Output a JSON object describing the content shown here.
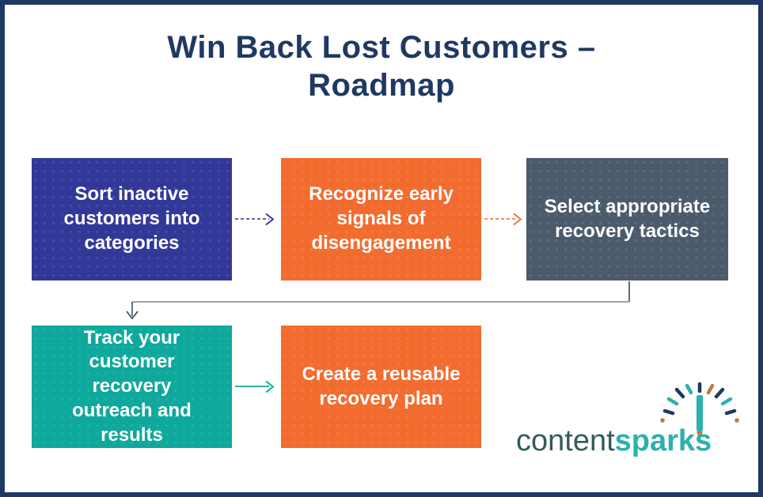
{
  "frame": {
    "border_color": "#1F3864",
    "background": "#FFFFFF"
  },
  "title": {
    "text": "Win Back Lost Customers – Roadmap",
    "line1": "Win Back Lost Customers –",
    "line2": "Roadmap",
    "color": "#1F3864"
  },
  "steps": [
    {
      "label": "Sort inactive customers into categories",
      "color": "#323898",
      "text_color": "#FFFFFF"
    },
    {
      "label": "Recognize early signals of disengagement",
      "color": "#F26C2F",
      "text_color": "#FFFFFF"
    },
    {
      "label": "Select appropriate recovery tactics",
      "color": "#4C5B6C",
      "text_color": "#FFFFFF"
    },
    {
      "label": "Track your customer recovery outreach and results",
      "color": "#0FA89C",
      "text_color": "#FFFFFF"
    },
    {
      "label": "Create a reusable recovery plan",
      "color": "#F26C2F",
      "text_color": "#FFFFFF"
    }
  ],
  "connectors": [
    {
      "from": "step-1",
      "to": "step-2",
      "style": "dashed-chevron-arrow",
      "color": "#2E3192"
    },
    {
      "from": "step-2",
      "to": "step-3",
      "style": "dashed-chevron-arrow",
      "color": "#F26C2F"
    },
    {
      "from": "step-3",
      "to": "step-4",
      "style": "elbow-chevron-arrow",
      "colors": {
        "start": "#4C5B6C",
        "middle": "#9AA4B2",
        "end": "#3E4F6B"
      }
    },
    {
      "from": "step-4",
      "to": "step-5",
      "style": "solid-chevron-arrow",
      "color": "#0FA89C"
    }
  ],
  "logo": {
    "word1": "content",
    "word1_color": "#335B5A",
    "word2": "sparks",
    "word2_color": "#2BB1AF",
    "icon": "pencil-spark-burst",
    "icon_colors": {
      "teal": "#2BB1AF",
      "navy": "#1F3864",
      "tan": "#C07A45"
    }
  }
}
